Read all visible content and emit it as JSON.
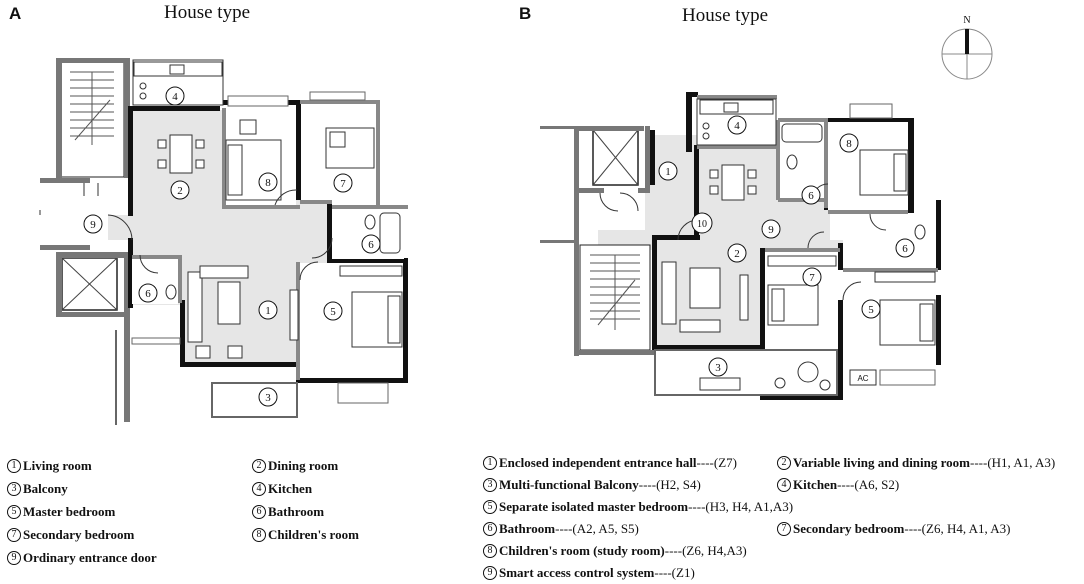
{
  "panels": {
    "a": {
      "letter": "A",
      "title": "House type"
    },
    "b": {
      "letter": "B",
      "title": "House type"
    }
  },
  "compass": {
    "north_label": "N"
  },
  "plan_a_room_markers": [
    "1",
    "2",
    "3",
    "4",
    "5",
    "6",
    "6",
    "7",
    "8",
    "9"
  ],
  "plan_b_room_markers": [
    "1",
    "2",
    "3",
    "4",
    "5",
    "6",
    "6",
    "7",
    "8",
    "9",
    "10"
  ],
  "legend_a": [
    {
      "num": "1",
      "label": "Living room"
    },
    {
      "num": "2",
      "label": "Dining room"
    },
    {
      "num": "3",
      "label": "Balcony"
    },
    {
      "num": "4",
      "label": "Kitchen"
    },
    {
      "num": "5",
      "label": "Master bedroom"
    },
    {
      "num": "6",
      "label": "Bathroom"
    },
    {
      "num": "7",
      "label": "Secondary bedroom"
    },
    {
      "num": "8",
      "label": "Children's room"
    },
    {
      "num": "9",
      "label": "Ordinary entrance door"
    }
  ],
  "legend_b": [
    {
      "num": "1",
      "label": "Enclosed independent entrance hall",
      "code": "----(Z7)"
    },
    {
      "num": "2",
      "label": "Variable living and dining room",
      "code": "----(H1, A1, A3)"
    },
    {
      "num": "3",
      "label": "Multi-functional Balcony",
      "code": "----(H2, S4)"
    },
    {
      "num": "4",
      "label": "Kitchen",
      "code": "----(A6, S2)"
    },
    {
      "num": "5",
      "label": "Separate isolated master bedroom",
      "code": "----(H3, H4, A1,A3)"
    },
    {
      "num": "6",
      "label": "Bathroom",
      "code": "----(A2, A5, S5)"
    },
    {
      "num": "7",
      "label": "Secondary bedroom",
      "code": "----(Z6, H4, A1, A3)"
    },
    {
      "num": "8",
      "label": "Children's room (study room)",
      "code": "----(Z6, H4,A3)"
    },
    {
      "num": "9",
      "label": "Smart access control system",
      "code": "----(Z1)"
    }
  ],
  "ac_label": "AC"
}
